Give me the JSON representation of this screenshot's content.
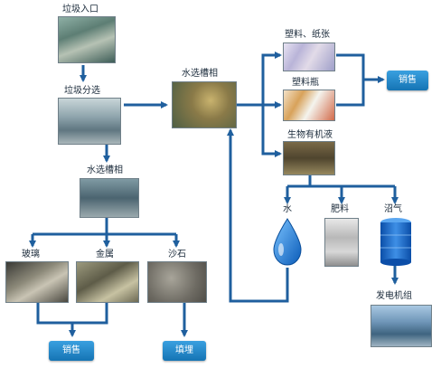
{
  "nodes": {
    "waste_inlet": "垃圾入口",
    "waste_sorting": "垃圾分选",
    "water_tank_1": "水选槽相",
    "water_tank_2": "水选槽相",
    "plastic_film": "塑料、纸张",
    "plastic_bottle": "塑料瓶",
    "organic_slurry": "生物有机液",
    "glass": "玻璃",
    "metal": "金属",
    "sand": "沙石",
    "water": "水",
    "fertilizer": "肥料",
    "biogas": "沼气",
    "generator": "发电机组"
  },
  "actions": {
    "sell_right": "销售",
    "sell_bottom": "销售",
    "landfill": "填埋"
  },
  "colors": {
    "arrow": "#1f5f9e",
    "button": "#1c86c8",
    "water_drop": "#1a78d4",
    "biogas_tank": "#1f6fcf"
  }
}
